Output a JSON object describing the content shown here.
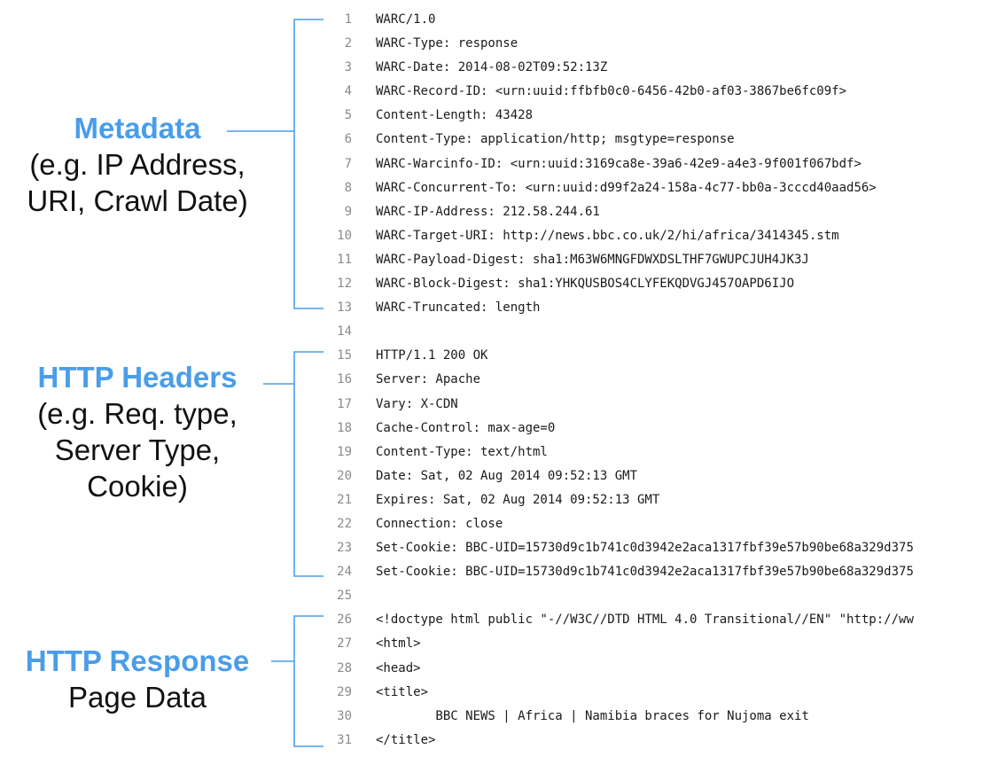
{
  "groups": [
    {
      "title": "Metadata",
      "sub": [
        "(e.g. IP Address,",
        "URI, Crawl Date)"
      ]
    },
    {
      "title": "HTTP Headers",
      "sub": [
        "(e.g. Req. type,",
        "Server Type,",
        "Cookie)"
      ]
    },
    {
      "title": "HTTP Response",
      "sub": [
        "Page Data"
      ]
    }
  ],
  "lines": [
    {
      "n": "1",
      "t": "WARC/1.0"
    },
    {
      "n": "2",
      "t": "WARC-Type: response"
    },
    {
      "n": "3",
      "t": "WARC-Date: 2014-08-02T09:52:13Z"
    },
    {
      "n": "4",
      "t": "WARC-Record-ID: <urn:uuid:ffbfb0c0-6456-42b0-af03-3867be6fc09f>"
    },
    {
      "n": "5",
      "t": "Content-Length: 43428"
    },
    {
      "n": "6",
      "t": "Content-Type: application/http; msgtype=response"
    },
    {
      "n": "7",
      "t": "WARC-Warcinfo-ID: <urn:uuid:3169ca8e-39a6-42e9-a4e3-9f001f067bdf>"
    },
    {
      "n": "8",
      "t": "WARC-Concurrent-To: <urn:uuid:d99f2a24-158a-4c77-bb0a-3cccd40aad56>"
    },
    {
      "n": "9",
      "t": "WARC-IP-Address: 212.58.244.61"
    },
    {
      "n": "10",
      "t": "WARC-Target-URI: http://news.bbc.co.uk/2/hi/africa/3414345.stm"
    },
    {
      "n": "11",
      "t": "WARC-Payload-Digest: sha1:M63W6MNGFDWXDSLTHF7GWUPCJUH4JK3J"
    },
    {
      "n": "12",
      "t": "WARC-Block-Digest: sha1:YHKQUSBOS4CLYFEKQDVGJ457OAPD6IJO"
    },
    {
      "n": "13",
      "t": "WARC-Truncated: length"
    },
    {
      "n": "14",
      "t": ""
    },
    {
      "n": "15",
      "t": "HTTP/1.1 200 OK"
    },
    {
      "n": "16",
      "t": "Server: Apache"
    },
    {
      "n": "17",
      "t": "Vary: X-CDN"
    },
    {
      "n": "18",
      "t": "Cache-Control: max-age=0"
    },
    {
      "n": "19",
      "t": "Content-Type: text/html"
    },
    {
      "n": "20",
      "t": "Date: Sat, 02 Aug 2014 09:52:13 GMT"
    },
    {
      "n": "21",
      "t": "Expires: Sat, 02 Aug 2014 09:52:13 GMT"
    },
    {
      "n": "22",
      "t": "Connection: close"
    },
    {
      "n": "23",
      "t": "Set-Cookie: BBC-UID=15730d9c1b741c0d3942e2aca1317fbf39e57b90be68a329d375"
    },
    {
      "n": "24",
      "t": "Set-Cookie: BBC-UID=15730d9c1b741c0d3942e2aca1317fbf39e57b90be68a329d375"
    },
    {
      "n": "25",
      "t": ""
    },
    {
      "n": "26",
      "t": "<!doctype html public \"-//W3C//DTD HTML 4.0 Transitional//EN\" \"http://ww"
    },
    {
      "n": "27",
      "t": "<html>"
    },
    {
      "n": "28",
      "t": "<head>"
    },
    {
      "n": "29",
      "t": "<title>"
    },
    {
      "n": "30",
      "t": "        BBC NEWS | Africa | Namibia braces for Nujoma exit"
    },
    {
      "n": "31",
      "t": "</title>"
    }
  ],
  "colors": {
    "accent": "#4a9de9",
    "text": "#111111",
    "line_number": "#8a8a8a"
  }
}
